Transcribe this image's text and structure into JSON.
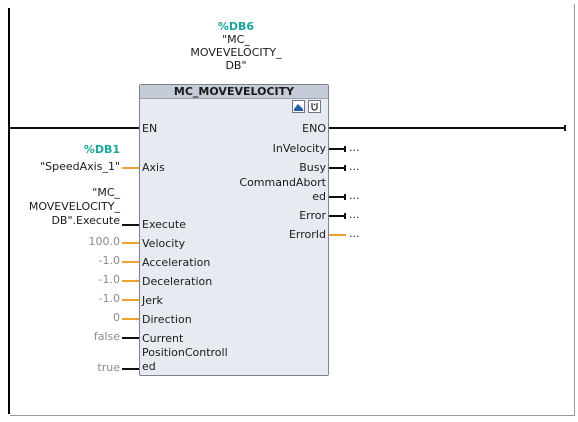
{
  "instance_db": {
    "tag": "%DB6",
    "name_lines": [
      "\"MC_",
      "MOVEVELOCITY_",
      "DB\""
    ]
  },
  "block": {
    "title": "MC_MOVEVELOCITY",
    "toolbar_icons": [
      "block-toolbar-icon",
      "block-info-icon"
    ],
    "left_pins": [
      "EN",
      "Axis",
      "Execute",
      "Velocity",
      "Acceleration",
      "Deceleration",
      "Jerk",
      "Direction",
      "Current",
      "PositionControll",
      "ed"
    ],
    "right_pins": [
      "ENO",
      "InVelocity",
      "Busy",
      "CommandAbort",
      "ed",
      "Error",
      "ErrorId"
    ]
  },
  "axis_param": {
    "tag": "%DB1",
    "value": "\"SpeedAxis_1\""
  },
  "execute_param": {
    "lines": [
      "\"MC_",
      "MOVEVELOCITY_",
      "DB\".Execute"
    ]
  },
  "left_values": {
    "velocity": "100.0",
    "acceleration": "-1.0",
    "deceleration": "-1.0",
    "jerk": "-1.0",
    "direction": "0",
    "current": "false",
    "position_controlled": "true"
  },
  "output_placeholders": {
    "in_velocity": "...",
    "busy": "...",
    "command_aborted": "...",
    "error": "...",
    "error_id": "..."
  },
  "colors": {
    "instance_tag": "#1aa59a",
    "block_body": "#e7ebf1",
    "block_header": "#c5ccd8",
    "wire_orange": "#f0a030",
    "wire_black": "#111111"
  }
}
